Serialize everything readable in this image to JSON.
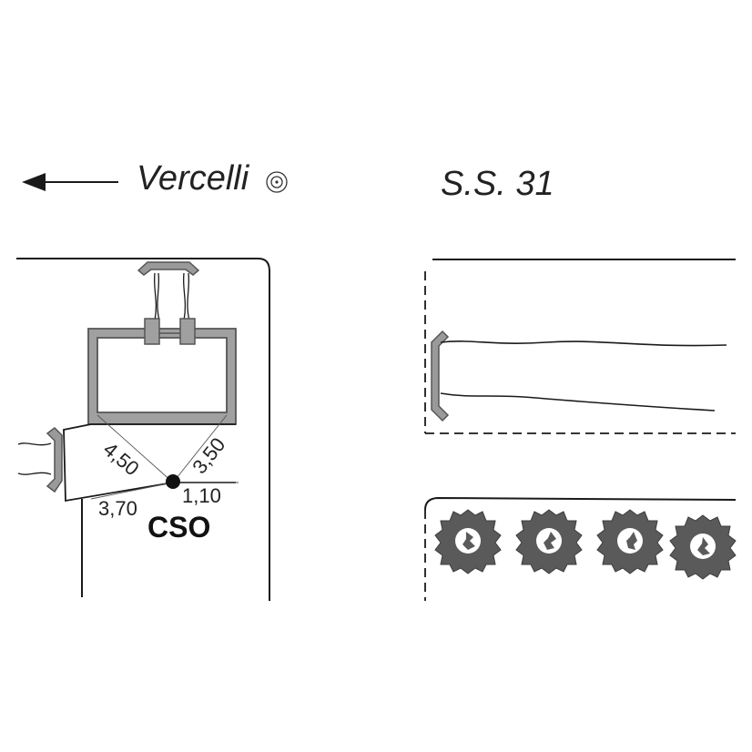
{
  "direction_label": "Vercelli",
  "road_label": "S.S. 31",
  "point_label": "CSO",
  "measurements": {
    "m1": "4,50",
    "m2": "3,50",
    "m3": "3,70",
    "m4": "1,10"
  },
  "colors": {
    "line": "#1a1a1a",
    "gray_fill": "#9a9a9a",
    "gray_dark": "#6e6e6e",
    "tree_fill": "#5a5a5a"
  }
}
